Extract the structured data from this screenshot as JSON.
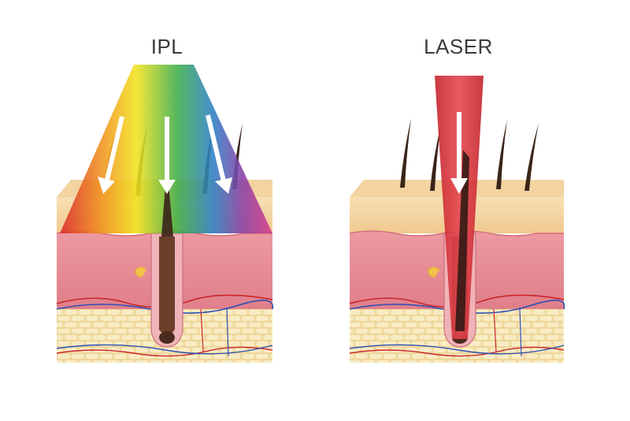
{
  "panels": [
    {
      "title": "IPL",
      "light": "broad-spectrum"
    },
    {
      "title": "LASER",
      "light": "single-wavelength"
    }
  ],
  "colors": {
    "epidermis": "#f5d7a6",
    "dermis": "#e58c95",
    "subcutaneous": "#f3e3a8",
    "laser_beam": "#d7303a",
    "hair": "#3a2418",
    "spectrum": [
      "#d92a2a",
      "#f08a1e",
      "#f3e31e",
      "#3fae49",
      "#2d7fc6",
      "#8b3fa6",
      "#d23b8d"
    ]
  }
}
